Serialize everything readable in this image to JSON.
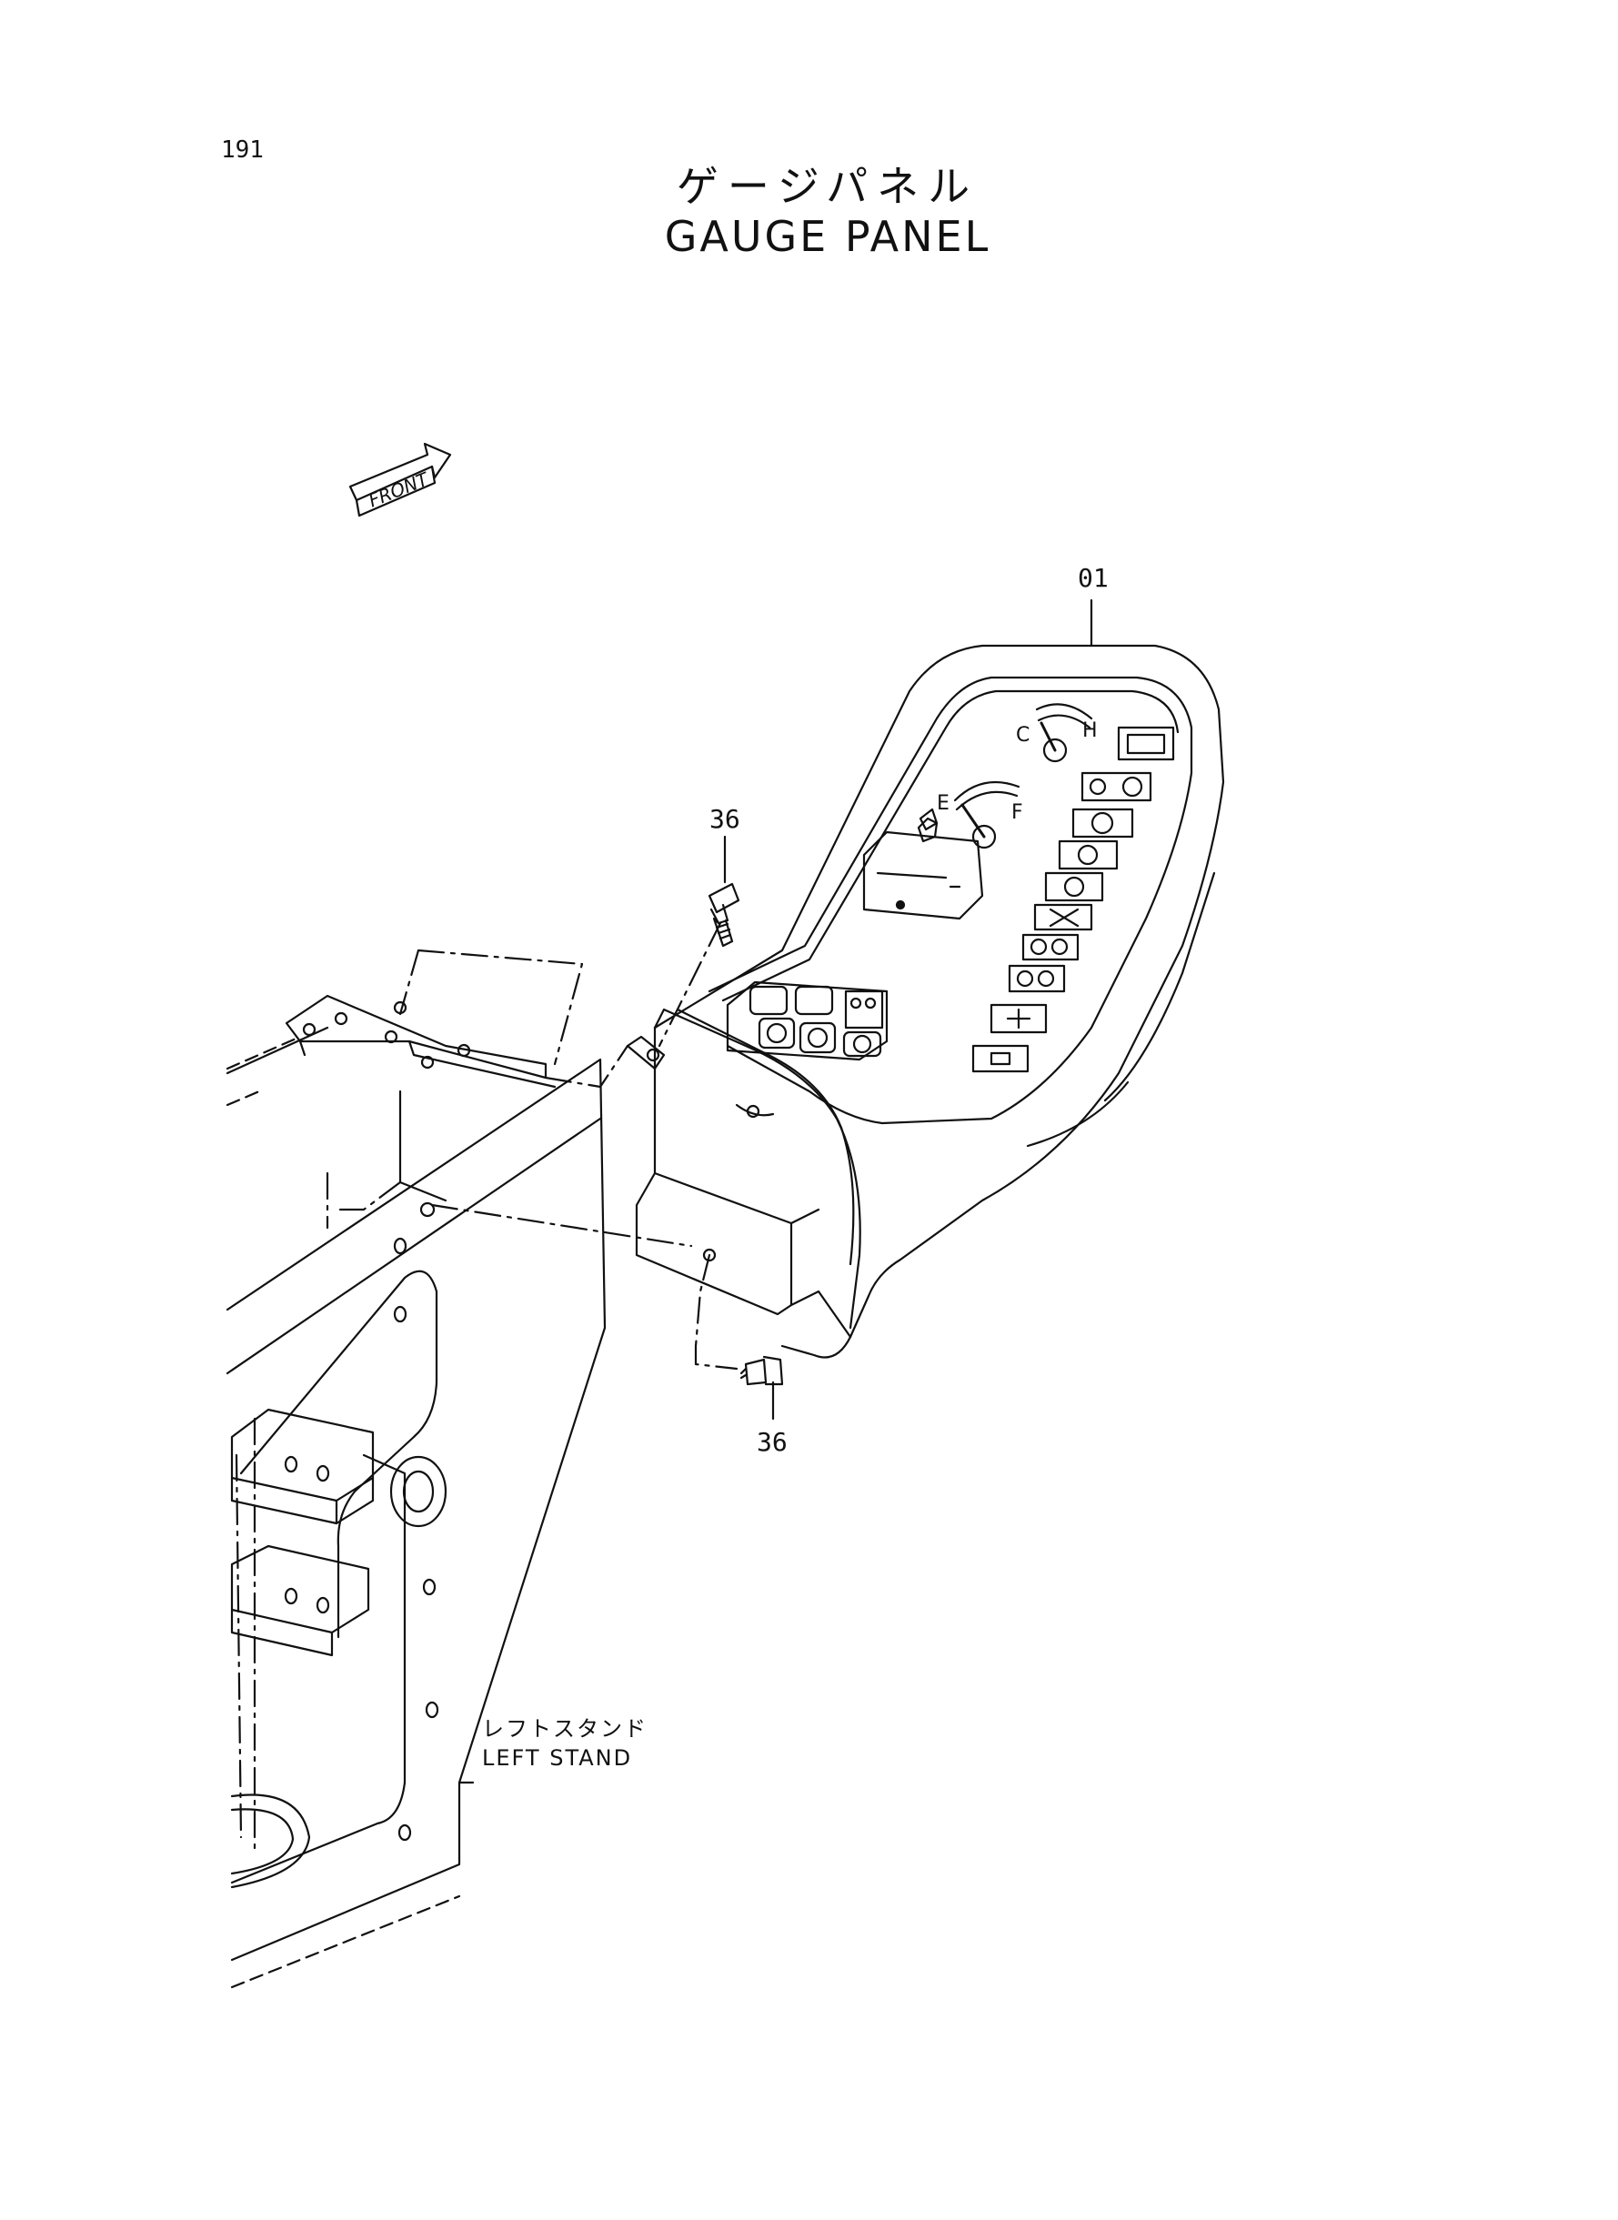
{
  "page": {
    "number": "191"
  },
  "title": {
    "japanese": "ゲージパネル",
    "english": "GAUGE PANEL"
  },
  "front_marker": {
    "label": "FRONT"
  },
  "callouts": {
    "gauge_panel": "01",
    "bolt_top": "36",
    "bolt_bottom": "36"
  },
  "gauges": {
    "temp_low": "C",
    "temp_high": "H",
    "fuel_empty": "E",
    "fuel_full": "F"
  },
  "labels": {
    "left_stand_jp": "レフトスタンド",
    "left_stand_en": "LEFT STAND"
  }
}
